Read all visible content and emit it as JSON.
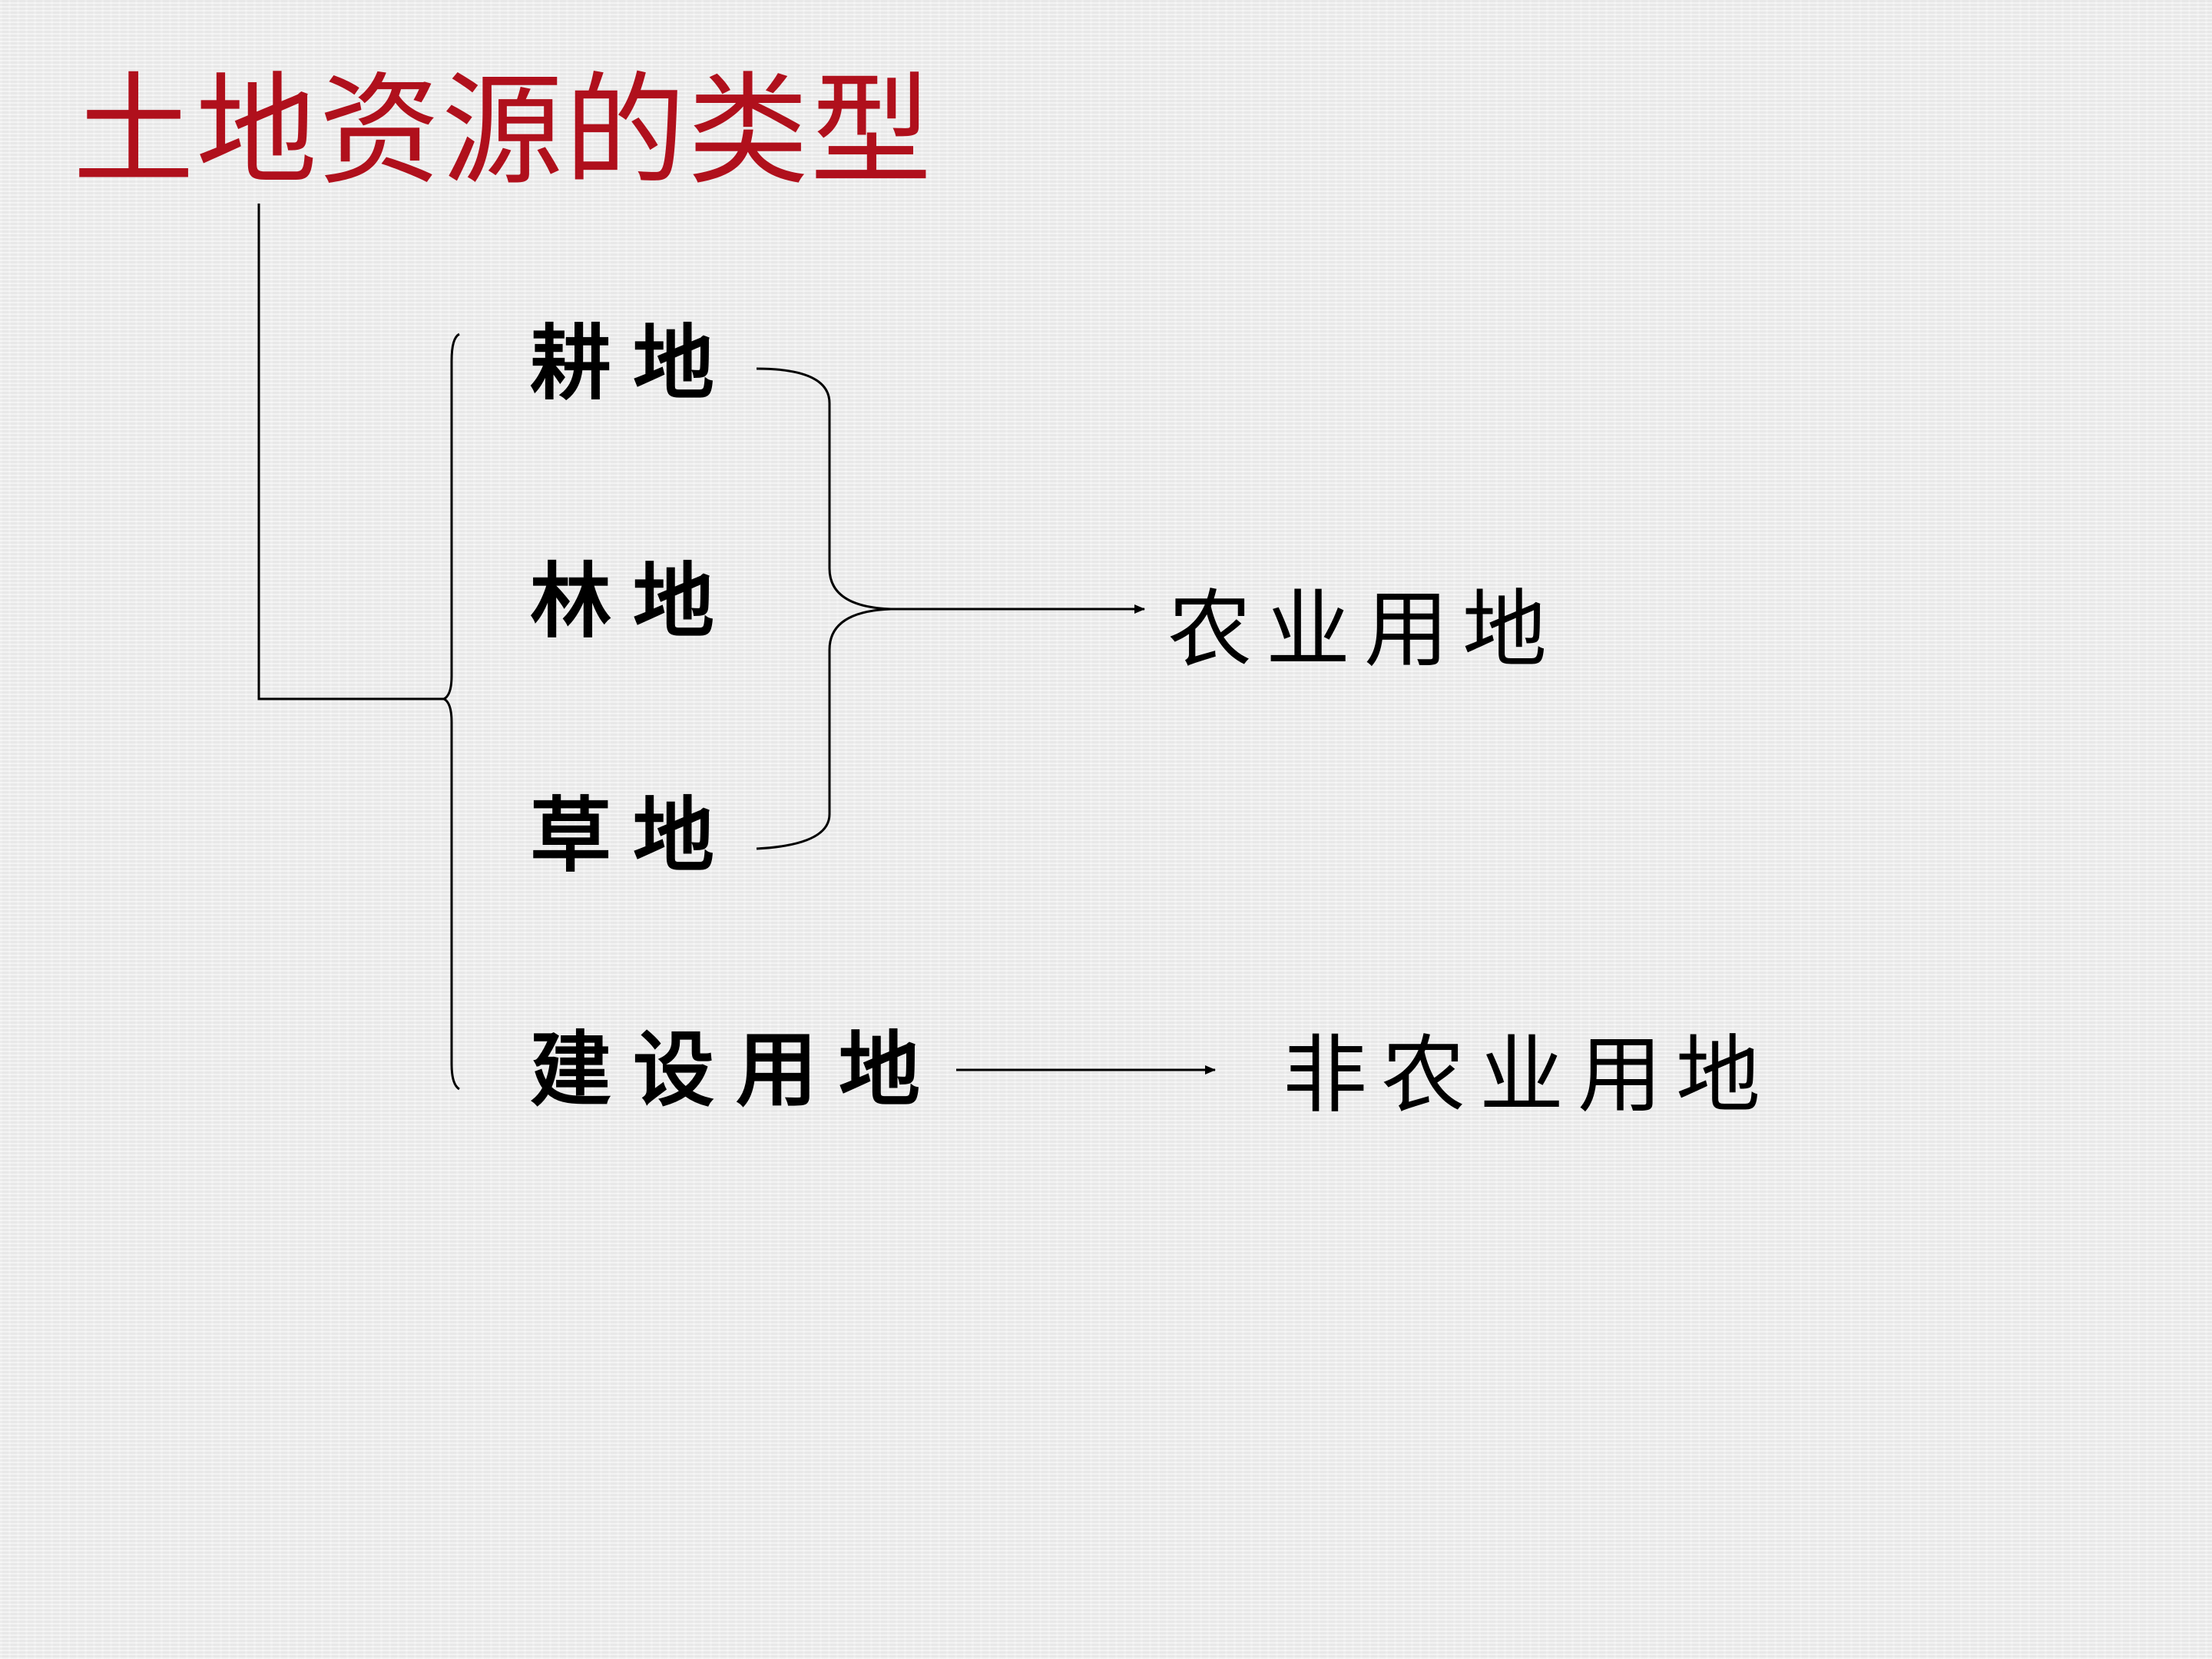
{
  "title": "土地资源的类型",
  "categories": [
    "耕地",
    "林地",
    "草地",
    "建设用地"
  ],
  "groups": [
    "农业用地",
    "非农业用地"
  ],
  "colors": {
    "title": "#b0101c",
    "text": "#000000",
    "lines": "#000000",
    "background": "#efefef"
  }
}
